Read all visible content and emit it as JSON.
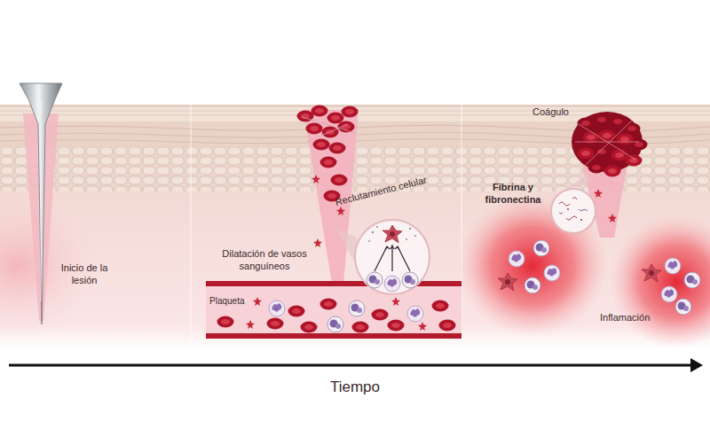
{
  "diagram": {
    "labels": [
      "Inicio de la lesión",
      "Dilatación de vasos sanguíneos",
      "Plaqueta",
      "Reclutamiento celular",
      "Coágulo",
      "Fibrina y fibronectina",
      "Inflamación",
      "Tiempo"
    ]
  }
}
